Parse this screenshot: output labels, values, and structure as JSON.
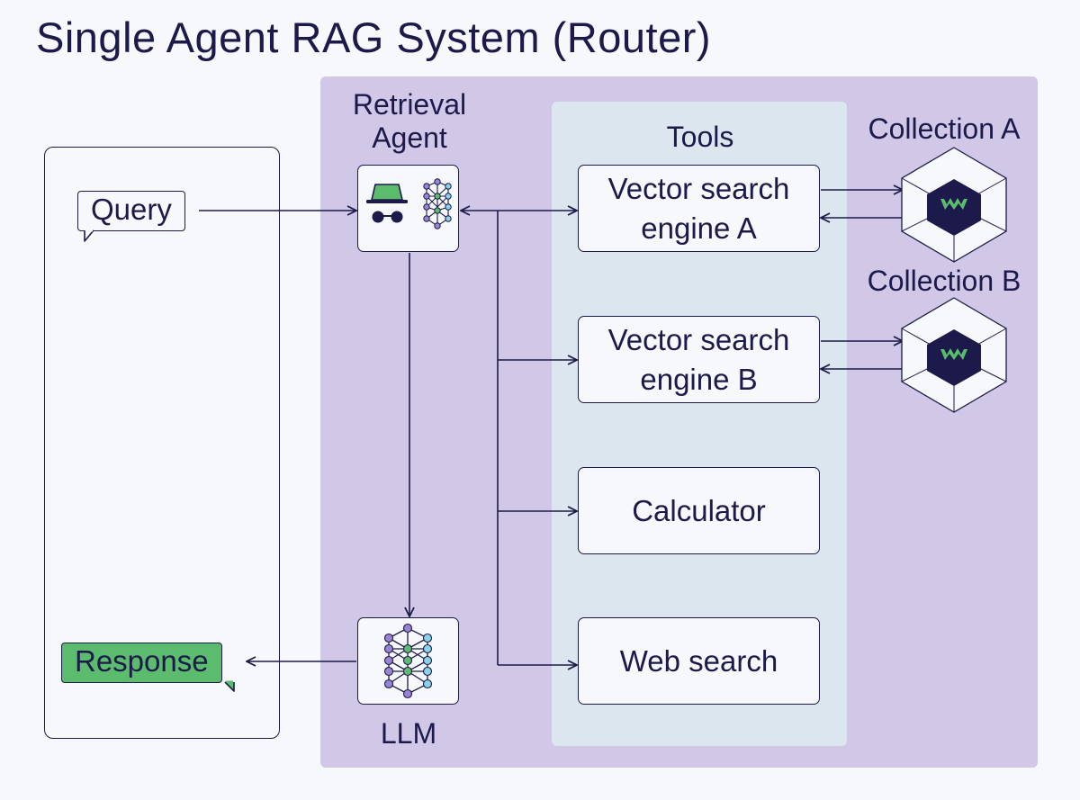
{
  "title": "Single Agent RAG System (Router)",
  "user": {
    "query": "Query",
    "response": "Response"
  },
  "agent": {
    "label_line1": "Retrieval",
    "label_line2": "Agent",
    "llm_label": "LLM"
  },
  "tools": {
    "label": "Tools",
    "items": [
      {
        "line1": "Vector search",
        "line2": "engine A"
      },
      {
        "line1": "Vector search",
        "line2": "engine B"
      },
      {
        "line1": "Calculator"
      },
      {
        "line1": "Web search"
      }
    ]
  },
  "collections": [
    {
      "label": "Collection A"
    },
    {
      "label": "Collection B"
    }
  ],
  "colors": {
    "ink": "#1b1a4a",
    "agent_region": "#d1c7e7",
    "tools_region": "#dce6ee",
    "background": "#f7f8fc",
    "accent_green": "#5cbc6e",
    "node_purple": "#9a83d4",
    "node_cyan": "#88d4e6",
    "collection_dark": "#1b1a4a"
  },
  "icons": [
    "incognito-agent-icon",
    "neural-network-icon",
    "weaviate-logo-icon",
    "speech-bubble-icon",
    "arrow-icon"
  ]
}
